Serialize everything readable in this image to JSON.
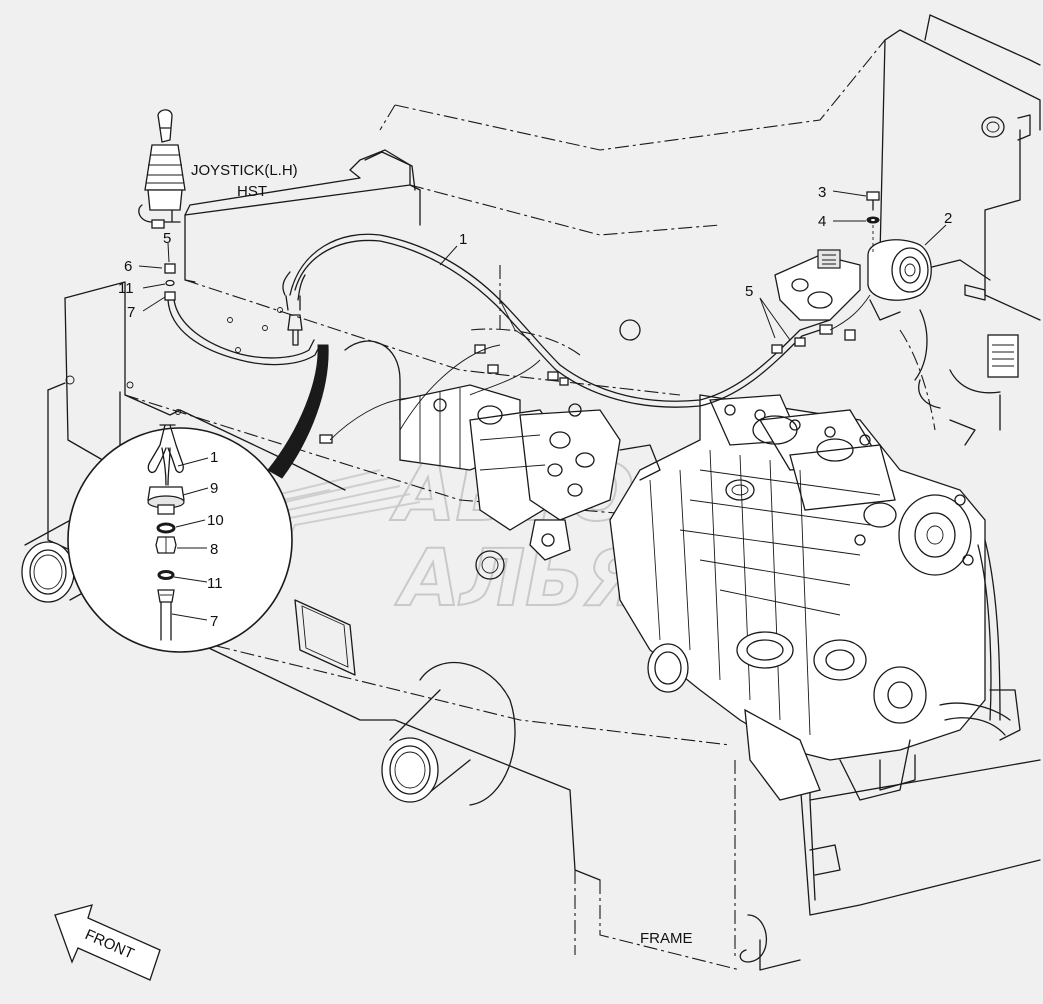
{
  "labels": {
    "joystick": "JOYSTICK(L.H)",
    "hst": "HST",
    "frame": "FRAME",
    "front": "FRONT"
  },
  "callouts": {
    "main": [
      {
        "id": "c1",
        "text": "1"
      },
      {
        "id": "c2",
        "text": "2"
      },
      {
        "id": "c3",
        "text": "3"
      },
      {
        "id": "c4",
        "text": "4"
      },
      {
        "id": "c5-top",
        "text": "5"
      },
      {
        "id": "c5-left",
        "text": "5"
      },
      {
        "id": "c6",
        "text": "6"
      },
      {
        "id": "c11-left",
        "text": "11"
      },
      {
        "id": "c7-left",
        "text": "7"
      }
    ],
    "detail": [
      {
        "id": "d1",
        "text": "1"
      },
      {
        "id": "d9",
        "text": "9"
      },
      {
        "id": "d10",
        "text": "10"
      },
      {
        "id": "d8",
        "text": "8"
      },
      {
        "id": "d11",
        "text": "11"
      },
      {
        "id": "d7",
        "text": "7"
      }
    ]
  },
  "watermark": {
    "line1": "АВТО",
    "line2": "АЛЬЯНС",
    "color": "#c9c9c9"
  },
  "colors": {
    "background": "#f0f0f0",
    "ink": "#1a1a1a"
  }
}
